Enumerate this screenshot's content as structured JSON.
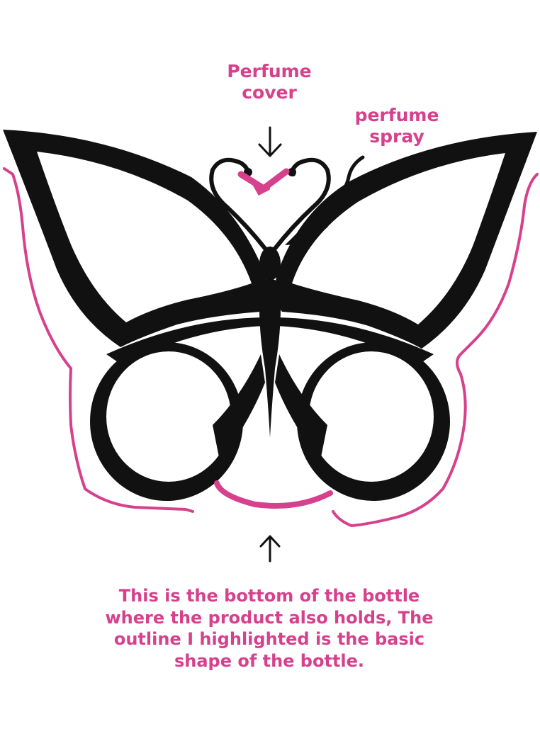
{
  "annotations": {
    "cover": [
      "Perfume",
      "cover"
    ],
    "spray": [
      "perfume",
      "spray"
    ],
    "note": [
      "This is the bottom of the bottle",
      "where the product also holds, The",
      "outline I highlighted is the basic",
      "shape of the bottle."
    ]
  },
  "colors": {
    "ink": "#111111",
    "highlight": "#d6408c"
  },
  "icons": [
    "down-arrow-icon",
    "up-arrow-icon",
    "checkmark-icon"
  ]
}
